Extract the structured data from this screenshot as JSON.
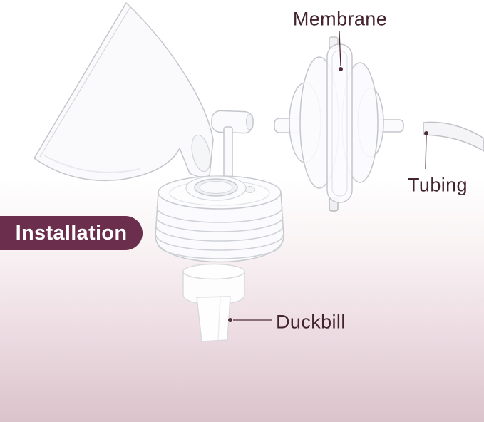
{
  "badge": {
    "label": "Installation"
  },
  "callouts": {
    "membrane": {
      "label": "Membrane"
    },
    "tubing": {
      "label": "Tubing"
    },
    "duckbill": {
      "label": "Duckbill"
    }
  },
  "parts": {
    "flange": "breast-shield-funnel",
    "connector": "connector-body-with-threads",
    "membrane": "backflow-protector-membrane",
    "tubing": "air-tubing",
    "duckbill": "duckbill-valve"
  },
  "colors": {
    "badge_bg": "#6b2e4d",
    "badge_text": "#ffffff",
    "label_text": "#44252f",
    "leader_line": "#4f2b38",
    "part_outline": "#c3c6cb",
    "background_top": "#ffffff",
    "background_bottom": "#dbc3cb"
  }
}
